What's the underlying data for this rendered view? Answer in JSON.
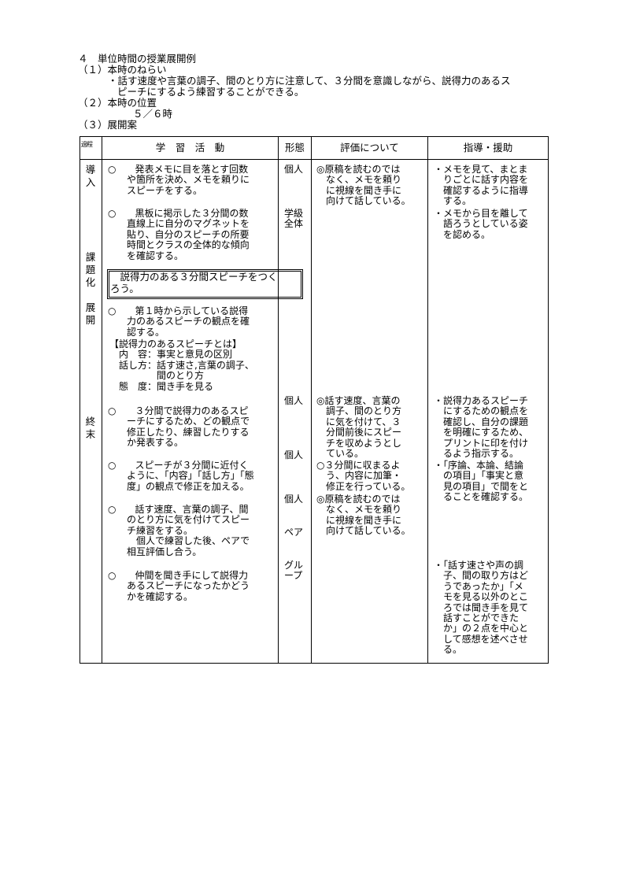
{
  "heading": {
    "section": "４　単位時間の授業展開例",
    "aim_label": "（１）本時のねらい",
    "aim_line1": "・話す速度や言葉の調子、間のとり方に注意して、３分間を意識しながら、説得力のあるス",
    "aim_line2": "ピーチにするよう練習することができる。",
    "position_label": "（２）本時の位置",
    "position_value": "５／６時",
    "plan_label": "（３）展開案"
  },
  "table": {
    "headers": {
      "stage": "過程",
      "activity": "学　習　活　動",
      "form": "形態",
      "evaluation": "評価について",
      "guidance": "指導・援助"
    },
    "stages": {
      "intro": [
        "導",
        "入"
      ],
      "develop": [
        "課",
        "題",
        "化",
        "",
        "展",
        "開"
      ],
      "end": [
        "終",
        "末"
      ]
    },
    "activities": {
      "a1": [
        "○　　発表メモに目を落とす回数",
        "　　や箇所を決め、メモを頼りに",
        "　　スピーチをする。"
      ],
      "a2": [
        "○　　黒板に掲示した３分間の数",
        "　　直線上に自分のマグネットを",
        "　　貼り、自分のスピーチの所要",
        "　　時間とクラスの全体的な傾向",
        "　　を確認する。"
      ],
      "goal": [
        "　説得力のある３分間スピーチをつく",
        "ろう。"
      ],
      "a3": [
        "○　　第１時から示している説得",
        "　　力のあるスピーチの観点を確",
        "　　認する。"
      ],
      "points": [
        "【説得力のあるスピーチとは】",
        "　内　容：事実と意見の区別",
        "　話し方：話す速さ,言葉の調子、",
        "　　　　　間のとり方",
        "　態　度：聞き手を見る"
      ],
      "a4": [
        "○　　３分間で説得力のあるスピ",
        "　　ーチにするため、どの観点で",
        "　　修正したり、練習したりする",
        "　　か発表する。"
      ],
      "a5": [
        "○　　スピーチが３分間に近付く",
        "　　ように、｢内容｣「話し方」「態",
        "　　度」の観点で修正を加える。"
      ],
      "a6": [
        "○　　話す速度、言葉の調子、間",
        "　　のとり方に気を付けてスピー",
        "　　チ練習をする。",
        "　　　個人で練習した後、ペアで",
        "　　相互評価し合う。"
      ],
      "a7": [
        "○　　仲間を聞き手にして説得力",
        "　　あるスピーチになったかどう",
        "　　かを確認する。"
      ]
    },
    "forms": {
      "f1": "個人",
      "f2": [
        "学級",
        "全体"
      ],
      "f3": "個人",
      "f4": "個人",
      "f5": "個人",
      "f6": "ペア",
      "f7": [
        "グル",
        "ープ"
      ]
    },
    "evaluations": {
      "e1": [
        "◎原稿を読むのでは",
        "　なく、メモを頼り",
        "　に視線を聞き手に",
        "　向けて話している。"
      ],
      "e2": [
        "◎話す速度、言葉の",
        "　調子、間のとり方",
        "　に気を付けて、３",
        "　分間前後にスピー",
        "　チを収めようとし",
        "　ている。"
      ],
      "e3": [
        "○３分間に収まるよ",
        "　う、内容に加筆・",
        "　修正を行っている。"
      ],
      "e4": [
        "◎原稿を読むのでは",
        "　なく、メモを頼り",
        "　に視線を聞き手に",
        "　向けて話している。"
      ]
    },
    "guidance": {
      "g1": [
        "・メモを見て、まとま",
        "　りごとに話す内容を",
        "　確認するように指導",
        "　する。"
      ],
      "g2": [
        "・メモから目を離して",
        "　語ろうとしている姿",
        "　を認める。"
      ],
      "g3": [
        "・説得力あるスピーチ",
        "　にするための観点を",
        "　確認し、自分の課題",
        "　を明確にするため、",
        "　プリントに印を付け",
        "　るよう指示する。"
      ],
      "g4": [
        "・「序論、本論、結論",
        "　の項目」「事実と意",
        "　見の項目」で間をと",
        "　ることを確認する。"
      ],
      "g5": [
        "・「話す速さや声の調",
        "　子、間の取り方はど",
        "　うであったか」「メ",
        "　モを見る以外のとこ",
        "　ろでは聞き手を見て",
        "　話すことができた",
        "　か」の２点を中心と",
        "　して感想を述べさせ",
        "　る。"
      ]
    }
  }
}
